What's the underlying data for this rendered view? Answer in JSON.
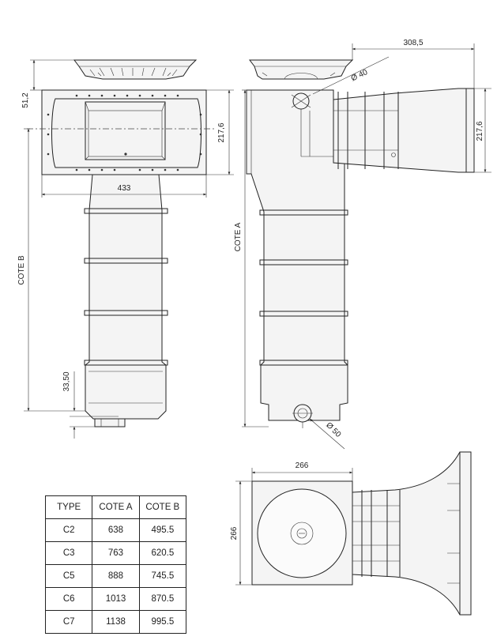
{
  "dimensions": {
    "front_height_top": "51,2",
    "front_height_mouth": "217,6",
    "front_width": "433",
    "front_cote_b": "COTE B",
    "front_bottom": "33,50",
    "side_depth": "308,5",
    "side_pipe_top": "Ø 40",
    "side_height_mouth": "217,6",
    "side_cote_a": "COTE A",
    "side_pipe_bottom": "Ø 50",
    "plan_width": "266",
    "plan_height": "266"
  },
  "table": {
    "headers": [
      "TYPE",
      "COTE A",
      "COTE B"
    ],
    "rows": [
      [
        "C2",
        "638",
        "495.5"
      ],
      [
        "C3",
        "763",
        "620.5"
      ],
      [
        "C5",
        "888",
        "745.5"
      ],
      [
        "C6",
        "1013",
        "870.5"
      ],
      [
        "C7",
        "1138",
        "995.5"
      ]
    ]
  }
}
